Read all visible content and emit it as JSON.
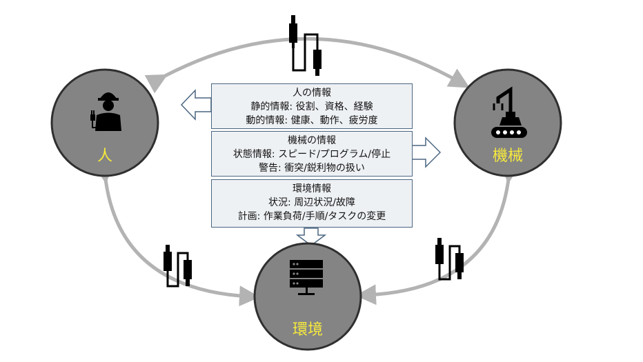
{
  "nodes": {
    "person": {
      "label": "人",
      "icon": "worker-with-plug-icon"
    },
    "machine": {
      "label": "機械",
      "icon": "robot-arm-conveyor-icon"
    },
    "environment": {
      "label": "環境",
      "icon": "server-rack-icon"
    }
  },
  "info_boxes": {
    "person": {
      "title": "人の情報",
      "lines": [
        "静的情報: 役割、資格、経験",
        "動的情報: 健康、動作、疲労度"
      ]
    },
    "machine": {
      "title": "機械の情報",
      "lines": [
        "状態情報: スピード/プログラム/停止",
        "警告: 衝突/鋭利物の扱い"
      ]
    },
    "environment": {
      "title": "環境情報",
      "lines": [
        "状況: 周辺状況/故障",
        "計画: 作業負荷/手順/タスクの変更"
      ]
    }
  },
  "colors": {
    "node_fill": "#848484",
    "node_stroke": "#2f2f2f",
    "label": "#f7ea3c",
    "ring_arrow": "#b3b3b3",
    "box_fill": "#eef1f4",
    "box_border": "#4a6580"
  }
}
